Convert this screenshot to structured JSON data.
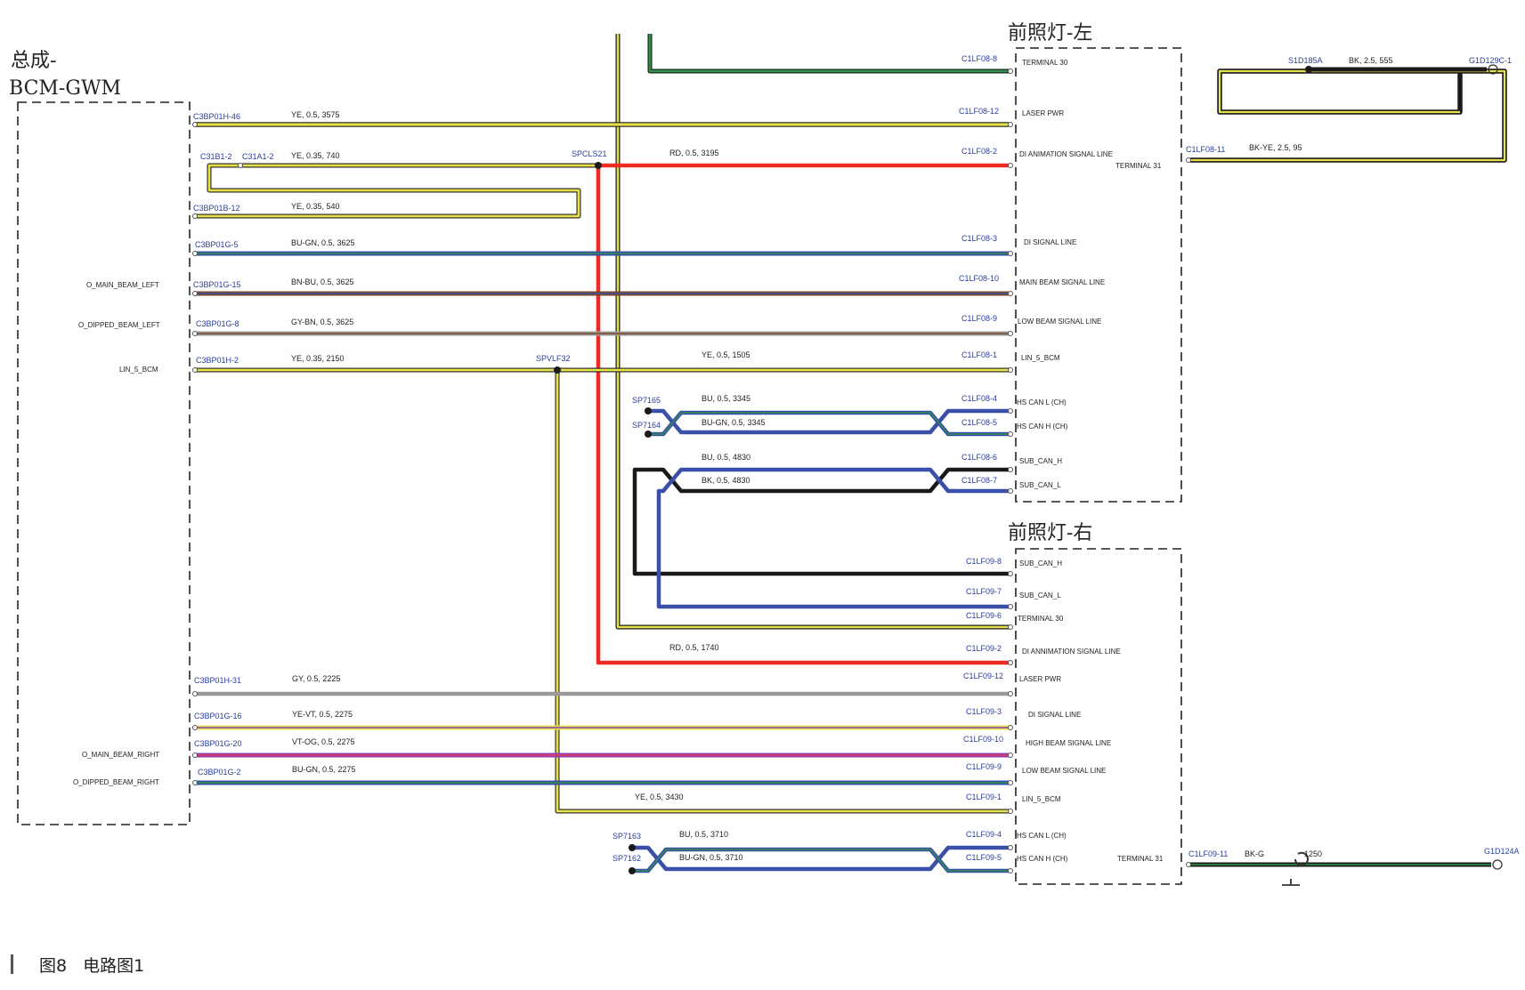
{
  "figure": {
    "number": "图8",
    "title": "电路图1"
  },
  "colors": {
    "YE": "#e6e04a",
    "RD": "#ee2a22",
    "BU": "#3a4fa8",
    "GN": "#2f8f4a",
    "BK": "#1a1a1a",
    "BN": "#7a4a2a",
    "GY": "#9a9a9a",
    "VT": "#8a3fb0",
    "OG": "#f08a2a",
    "RB": "#ee3a5a"
  },
  "boxes": {
    "bcm": {
      "title_line1": "总成-",
      "title_line2": "BCM-GWM"
    },
    "left": {
      "title": "前照灯-左"
    },
    "right": {
      "title": "前照灯-右"
    }
  },
  "bcm_pins": [
    {
      "id": "p1",
      "label": "O_MAIN_BEAM_LEFT"
    },
    {
      "id": "p2",
      "label": "O_DIPPED_BEAM_LEFT"
    },
    {
      "id": "p3",
      "label": "LIN_5_BCM"
    },
    {
      "id": "p4",
      "label": "O_MAIN_BEAM_RIGHT"
    },
    {
      "id": "p5",
      "label": "O_DIPPED_BEAM_RIGHT"
    }
  ],
  "left_pins": [
    {
      "id": "l1",
      "label": "TERMINAL 30"
    },
    {
      "id": "l2",
      "label": "LASER PWR"
    },
    {
      "id": "l3",
      "label": "DI ANIMATION SIGNAL LINE"
    },
    {
      "id": "l4",
      "label": "TERMINAL 31"
    },
    {
      "id": "l5",
      "label": "DI SIGNAL LINE"
    },
    {
      "id": "l6",
      "label": "MAIN BEAM SIGNAL LINE"
    },
    {
      "id": "l7",
      "label": "LOW BEAM SIGNAL LINE"
    },
    {
      "id": "l8",
      "label": "LIN_5_BCM"
    },
    {
      "id": "l9",
      "label": "HS CAN L (CH)"
    },
    {
      "id": "l10",
      "label": "HS CAN H (CH)"
    },
    {
      "id": "l11",
      "label": "SUB_CAN_H"
    },
    {
      "id": "l12",
      "label": "SUB_CAN_L"
    }
  ],
  "right_pins": [
    {
      "id": "r1",
      "label": "SUB_CAN_H"
    },
    {
      "id": "r2",
      "label": "SUB_CAN_L"
    },
    {
      "id": "r3",
      "label": "TERMINAL 30"
    },
    {
      "id": "r4",
      "label": "DI ANNIMATION SIGNAL LINE"
    },
    {
      "id": "r5",
      "label": "LASER PWR"
    },
    {
      "id": "r6",
      "label": "DI SIGNAL LINE"
    },
    {
      "id": "r7",
      "label": "HIGH BEAM SIGNAL LINE"
    },
    {
      "id": "r8",
      "label": "LOW BEAM SIGNAL LINE"
    },
    {
      "id": "r9",
      "label": "LIN_5_BCM"
    },
    {
      "id": "r10",
      "label": "HS CAN L (CH)"
    },
    {
      "id": "r11",
      "label": "HS CAN H (CH)"
    },
    {
      "id": "r12",
      "label": "TERMINAL 31"
    }
  ],
  "connector_labels": [
    {
      "id": "c1",
      "text": "C1LF08-8"
    },
    {
      "id": "c2",
      "text": "C3BP01H-46"
    },
    {
      "id": "c3",
      "text": "C1LF08-12"
    },
    {
      "id": "c4",
      "text": "C31B1-2"
    },
    {
      "id": "c5",
      "text": "C31A1-2"
    },
    {
      "id": "c6",
      "text": "SPCLS21"
    },
    {
      "id": "c7",
      "text": "C1LF08-2"
    },
    {
      "id": "c8",
      "text": "C3BP01B-12"
    },
    {
      "id": "c9",
      "text": "C3BP01G-5"
    },
    {
      "id": "c10",
      "text": "C1LF08-3"
    },
    {
      "id": "c11",
      "text": "C3BP01G-15"
    },
    {
      "id": "c12",
      "text": "C1LF08-10"
    },
    {
      "id": "c13",
      "text": "C3BP01G-8"
    },
    {
      "id": "c14",
      "text": "C1LF08-9"
    },
    {
      "id": "c15",
      "text": "C3BP01H-2"
    },
    {
      "id": "c16",
      "text": "SPVLF32"
    },
    {
      "id": "c17",
      "text": "C1LF08-1"
    },
    {
      "id": "c18",
      "text": "SP7165"
    },
    {
      "id": "c19",
      "text": "SP7164"
    },
    {
      "id": "c20",
      "text": "C1LF08-4"
    },
    {
      "id": "c21",
      "text": "C1LF08-5"
    },
    {
      "id": "c22",
      "text": "C1LF08-6"
    },
    {
      "id": "c23",
      "text": "C1LF08-7"
    },
    {
      "id": "c24",
      "text": "C1LF09-8"
    },
    {
      "id": "c25",
      "text": "C1LF09-7"
    },
    {
      "id": "c26",
      "text": "C1LF09-6"
    },
    {
      "id": "c27",
      "text": "C1LF09-2"
    },
    {
      "id": "c28",
      "text": "C3BP01H-31"
    },
    {
      "id": "c29",
      "text": "C1LF09-12"
    },
    {
      "id": "c30",
      "text": "C3BP01G-16"
    },
    {
      "id": "c31",
      "text": "C1LF09-3"
    },
    {
      "id": "c32",
      "text": "C3BP01G-20"
    },
    {
      "id": "c33",
      "text": "C1LF09-10"
    },
    {
      "id": "c34",
      "text": "C3BP01G-2"
    },
    {
      "id": "c35",
      "text": "C1LF09-9"
    },
    {
      "id": "c36",
      "text": "C1LF09-1"
    },
    {
      "id": "c37",
      "text": "SP7163"
    },
    {
      "id": "c38",
      "text": "SP7162"
    },
    {
      "id": "c39",
      "text": "C1LF09-4"
    },
    {
      "id": "c40",
      "text": "C1LF09-5"
    },
    {
      "id": "c41",
      "text": "C1LF08-11"
    },
    {
      "id": "c42",
      "text": "S1D185A"
    },
    {
      "id": "c43",
      "text": "G1D129C-1"
    },
    {
      "id": "c44",
      "text": "C1LF09-11"
    },
    {
      "id": "c45",
      "text": "G1D124A"
    }
  ],
  "wire_labels": [
    {
      "id": "w1",
      "text": "YE, 0.5, 3575"
    },
    {
      "id": "w2",
      "text": "YE, 0.35, 740"
    },
    {
      "id": "w3",
      "text": "RD, 0.5, 3195"
    },
    {
      "id": "w4",
      "text": "YE, 0.35, 540"
    },
    {
      "id": "w5",
      "text": "BU-GN, 0.5, 3625"
    },
    {
      "id": "w6",
      "text": "BN-BU, 0.5, 3625"
    },
    {
      "id": "w7",
      "text": "GY-BN, 0.5, 3625"
    },
    {
      "id": "w8",
      "text": "YE, 0.35, 2150"
    },
    {
      "id": "w9",
      "text": "YE, 0.5, 1505"
    },
    {
      "id": "w10",
      "text": "BU, 0.5, 3345"
    },
    {
      "id": "w11",
      "text": "BU-GN, 0.5, 3345"
    },
    {
      "id": "w12",
      "text": "BU, 0.5, 4830"
    },
    {
      "id": "w13",
      "text": "BK, 0.5, 4830"
    },
    {
      "id": "w14",
      "text": "RD, 0.5, 1740"
    },
    {
      "id": "w15",
      "text": "GY, 0.5, 2225"
    },
    {
      "id": "w16",
      "text": "YE-VT, 0.5, 2275"
    },
    {
      "id": "w17",
      "text": "VT-OG, 0.5, 2275"
    },
    {
      "id": "w18",
      "text": "BU-GN, 0.5, 2275"
    },
    {
      "id": "w19",
      "text": "YE, 0.5, 3430"
    },
    {
      "id": "w20",
      "text": "BU, 0.5, 3710"
    },
    {
      "id": "w21",
      "text": "BU-GN, 0.5, 3710"
    },
    {
      "id": "w22",
      "text": "BK, 2.5, 555"
    },
    {
      "id": "w23",
      "text": "BK-YE, 2.5, 95"
    },
    {
      "id": "w24",
      "text": "BK-G"
    },
    {
      "id": "w25",
      "text": "1250"
    }
  ]
}
